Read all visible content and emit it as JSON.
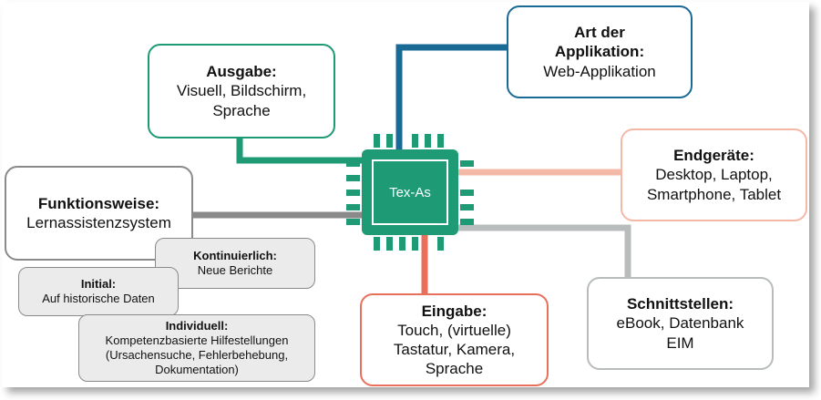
{
  "center": {
    "label": "Tex-As"
  },
  "nodes": {
    "ausgabe": {
      "title": "Ausgabe:",
      "lines": [
        "Visuell, Bildschirm,",
        "Sprache"
      ]
    },
    "art": {
      "title_lines": [
        "Art der",
        "Applikation:"
      ],
      "value": "Web-Applikation"
    },
    "endgeraete": {
      "title": "Endgeräte:",
      "lines": [
        "Desktop, Laptop,",
        "Smartphone, Tablet"
      ]
    },
    "funktionsweise": {
      "title": "Funktionsweise:",
      "value": "Lernassistenzsystem"
    },
    "schnittstellen": {
      "title": "Schnittstellen:",
      "lines": [
        "eBook, Datenbank",
        "EIM"
      ]
    },
    "eingabe": {
      "title": "Eingabe:",
      "lines": [
        "Touch, (virtuelle)",
        "Tastatur, Kamera,",
        "Sprache"
      ]
    }
  },
  "sub_nodes": {
    "kontinuierlich": {
      "title": "Kontinuierlich:",
      "value": "Neue Berichte"
    },
    "initial": {
      "title": "Initial:",
      "value": "Auf historische Daten"
    },
    "individuell": {
      "title": "Individuell:",
      "lines": [
        "Kompetenzbasierte Hilfestellungen",
        "(Ursachensuche, Fehlerbehebung,",
        "Dokumentation)"
      ]
    }
  },
  "colors": {
    "green": "#1e9a74",
    "blue": "#1a6a96",
    "salmon": "#f4b8a6",
    "orange": "#e8705a",
    "gray": "#8a8a8a",
    "light_gray": "#b8bcbc",
    "sub_fill": "#ebebeb"
  }
}
